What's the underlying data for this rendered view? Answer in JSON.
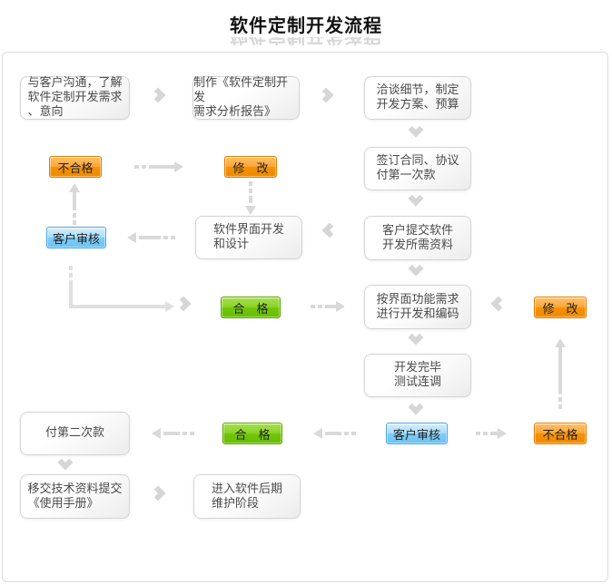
{
  "title": {
    "text": "软件定制开发流程"
  },
  "colors": {
    "orange": "#f28c00",
    "green": "#66bd00",
    "blue": "#6ec2f2",
    "box_border": "#d4d4d4",
    "arrow_gray": "#d9d9d9"
  },
  "nodes": {
    "communicate": "与客户沟通，了解\n软件定制开发需求\n、意向",
    "report": "制作《软件定制开发\n需求分析报告》",
    "negotiate": "洽谈细节，制定\n开发方案、预算",
    "unqualified1": "不合格",
    "modify1": "修　改",
    "contract": "签订合同、协议\n付第一次款",
    "review1": "客户审核",
    "ui_dev": "软件界面开发\n和设计",
    "materials": "客户提交软件\n开发所需资料",
    "qualified1": "合　格",
    "coding": "按界面功能需求\n进行开发和编码",
    "modify2": "修　改",
    "testing": "开发完毕\n测试连调",
    "payment2": "付第二次款",
    "qualified2": "合　格",
    "review2": "客户审核",
    "unqualified2": "不合格",
    "handover": "移交技术资料提交\n《使用手册》",
    "maintenance": "进入软件后期\n维护阶段"
  }
}
